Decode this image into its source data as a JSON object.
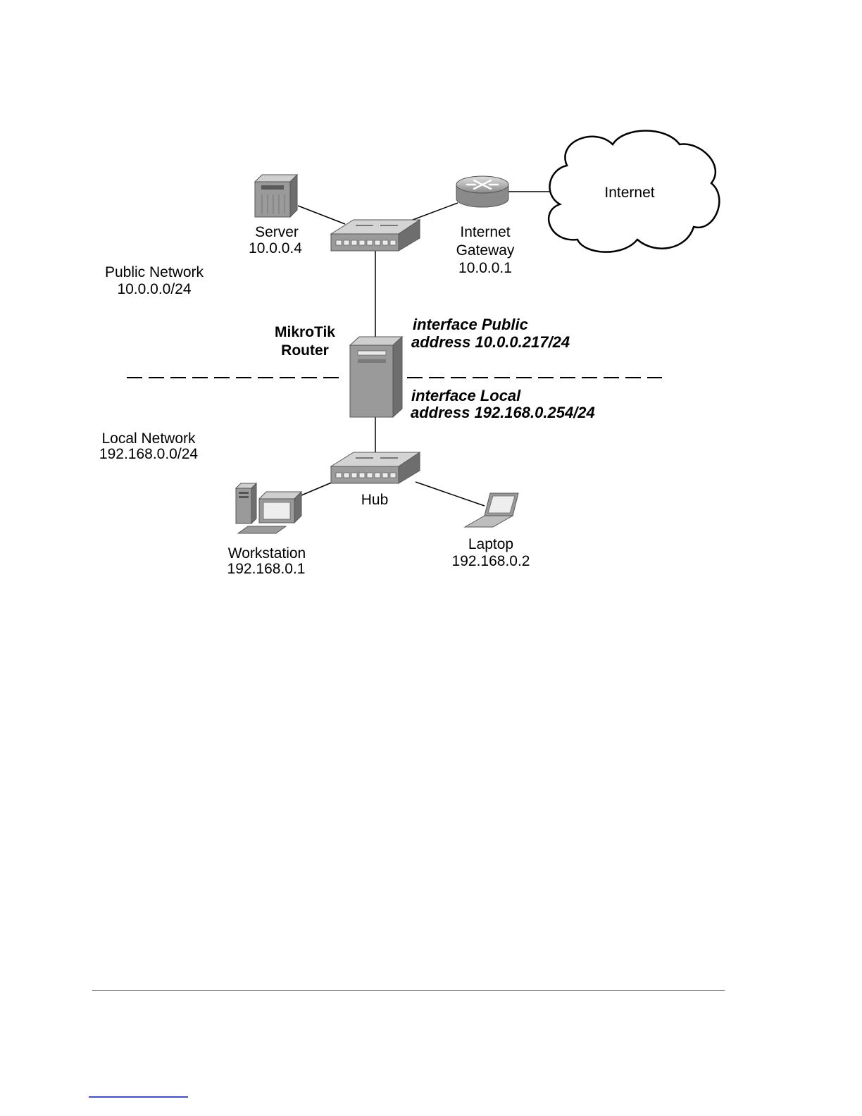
{
  "diagram": {
    "labels": {
      "server_name": "Server",
      "server_ip": "10.0.0.4",
      "gateway_line1": "Internet",
      "gateway_line2": "Gateway",
      "gateway_ip": "10.0.0.1",
      "internet": "Internet",
      "public_network_name": "Public Network",
      "public_network_subnet": "10.0.0.0/24",
      "router_line1": "MikroTik",
      "router_line2": "Router",
      "public_iface_name": "interface Public",
      "public_iface_address": "address 10.0.0.217/24",
      "local_iface_name": "interface Local",
      "local_iface_address": "address 192.168.0.254/24",
      "local_network_name": "Local Network",
      "local_network_subnet": "192.168.0.0/24",
      "hub": "Hub",
      "workstation_name": "Workstation",
      "workstation_ip": "192.168.0.1",
      "laptop_name": "Laptop",
      "laptop_ip": "192.168.0.2"
    },
    "colors": {
      "device_gray": "#9a9a9a",
      "device_dark": "#6e6e6e",
      "device_light": "#cfcfcf",
      "link_line": "#000000"
    },
    "icons": [
      "server-icon",
      "switch-icon",
      "router-icon",
      "cloud-icon",
      "router-tower-icon",
      "hub-icon",
      "workstation-icon",
      "laptop-icon"
    ]
  }
}
